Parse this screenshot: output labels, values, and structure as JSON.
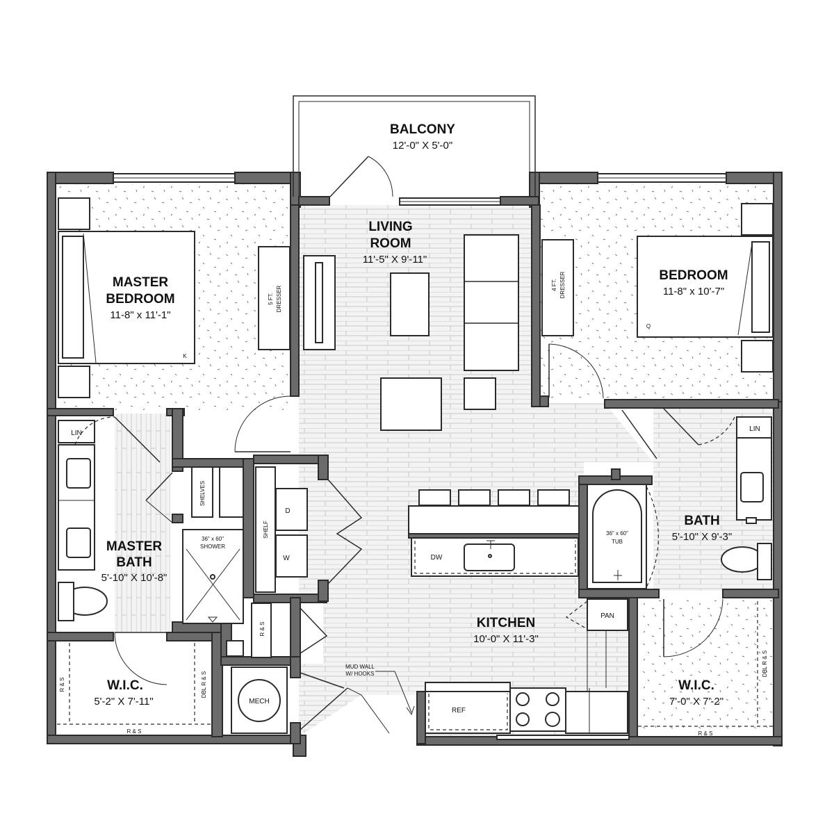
{
  "rooms": {
    "balcony": {
      "name": "BALCONY",
      "dims": "12'-0\" X 5'-0\""
    },
    "living": {
      "name1": "LIVING",
      "name2": "ROOM",
      "dims": "11'-5\" X 9'-11\""
    },
    "master_bed": {
      "name1": "MASTER",
      "name2": "BEDROOM",
      "dims": "11-8\" x 11'-1\""
    },
    "bedroom": {
      "name": "BEDROOM",
      "dims": "11-8\" x 10'-7\""
    },
    "master_bath": {
      "name1": "MASTER",
      "name2": "BATH",
      "dims": "5'-10\" X 10'-8\""
    },
    "bath": {
      "name": "BATH",
      "dims": "5'-10\" X 9'-3\""
    },
    "kitchen": {
      "name": "KITCHEN",
      "dims": "10'-0\" X 11'-3\""
    },
    "wic_left": {
      "name": "W.I.C.",
      "dims": "5'-2\" X 7'-11\""
    },
    "wic_right": {
      "name": "W.I.C.",
      "dims": "7'-0\" X 7'-2\""
    }
  },
  "labels": {
    "dresser5a": "5 FT.",
    "dresser5b": "DRESSER",
    "dresser4a": "4 FT.",
    "dresser4b": "DRESSER",
    "bed_k": "K",
    "bed_q": "Q",
    "lin_left": "LIN",
    "lin_right": "LIN",
    "shelves": "SHELVES",
    "shelf": "SHELF",
    "dryer": "D",
    "washer": "W",
    "shower1": "36\" x 60\"",
    "shower2": "SHOWER",
    "tub1": "36\" x 60\"",
    "tub2": "TUB",
    "dw": "DW",
    "pan": "PAN",
    "ref": "REF",
    "mech": "MECH",
    "rs_closet": "R & S",
    "rs_wic_side": "R & S",
    "dbl_rs_left": "DBL R & S",
    "rs_wic_bottom_left": "R & S",
    "rs_wic_bottom_right": "R & S",
    "dbl_rs_right": "DBL R & S",
    "mud1": "MUD WALL",
    "mud2": "W/ HOOKS"
  },
  "colors": {
    "wall": "#6b6b6b",
    "ink": "#111111",
    "background": "#ffffff"
  }
}
